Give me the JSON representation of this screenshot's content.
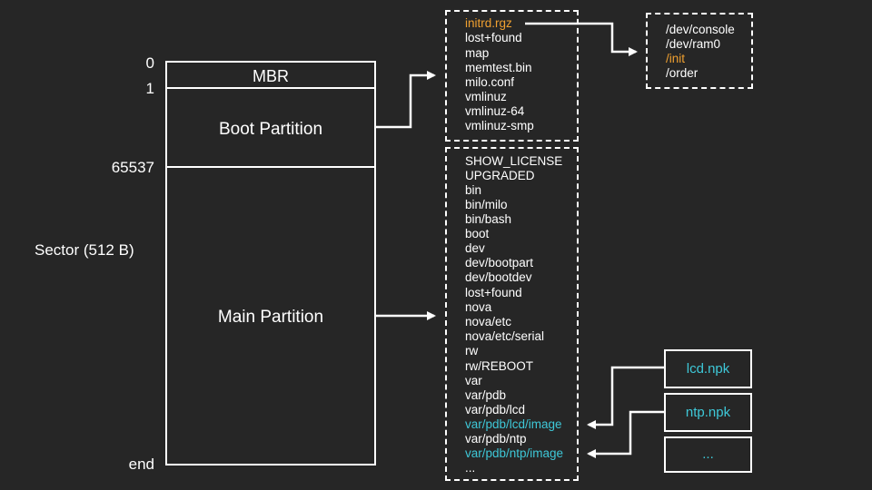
{
  "sectors": {
    "s0": "0",
    "s1": "1",
    "s65537": "65537",
    "end": "end"
  },
  "axis_label": "Sector (512 B)",
  "partitions": {
    "mbr": "MBR",
    "boot": "Boot Partition",
    "main": "Main Partition"
  },
  "boot_files": [
    "initrd.rgz",
    "lost+found",
    "map",
    "memtest.bin",
    "milo.conf",
    "vmlinuz",
    "vmlinuz-64",
    "vmlinuz-smp"
  ],
  "initrd_files": [
    "/dev/console",
    "/dev/ram0",
    "/init",
    "/order"
  ],
  "main_files": [
    "SHOW_LICENSE",
    "UPGRADED",
    "bin",
    "bin/milo",
    "bin/bash",
    "boot",
    "dev",
    "dev/bootpart",
    "dev/bootdev",
    "lost+found",
    "nova",
    "nova/etc",
    "nova/etc/serial",
    "rw",
    "rw/REBOOT",
    "var",
    "var/pdb",
    "var/pdb/lcd",
    "var/pdb/lcd/image",
    "var/pdb/ntp",
    "var/pdb/ntp/image",
    "..."
  ],
  "packages": [
    "lcd.npk",
    "ntp.npk",
    "..."
  ],
  "colors": {
    "background": "#262626",
    "highlight_orange": "#f0a030",
    "highlight_cyan": "#3ec8d8",
    "line": "#ffffff"
  }
}
